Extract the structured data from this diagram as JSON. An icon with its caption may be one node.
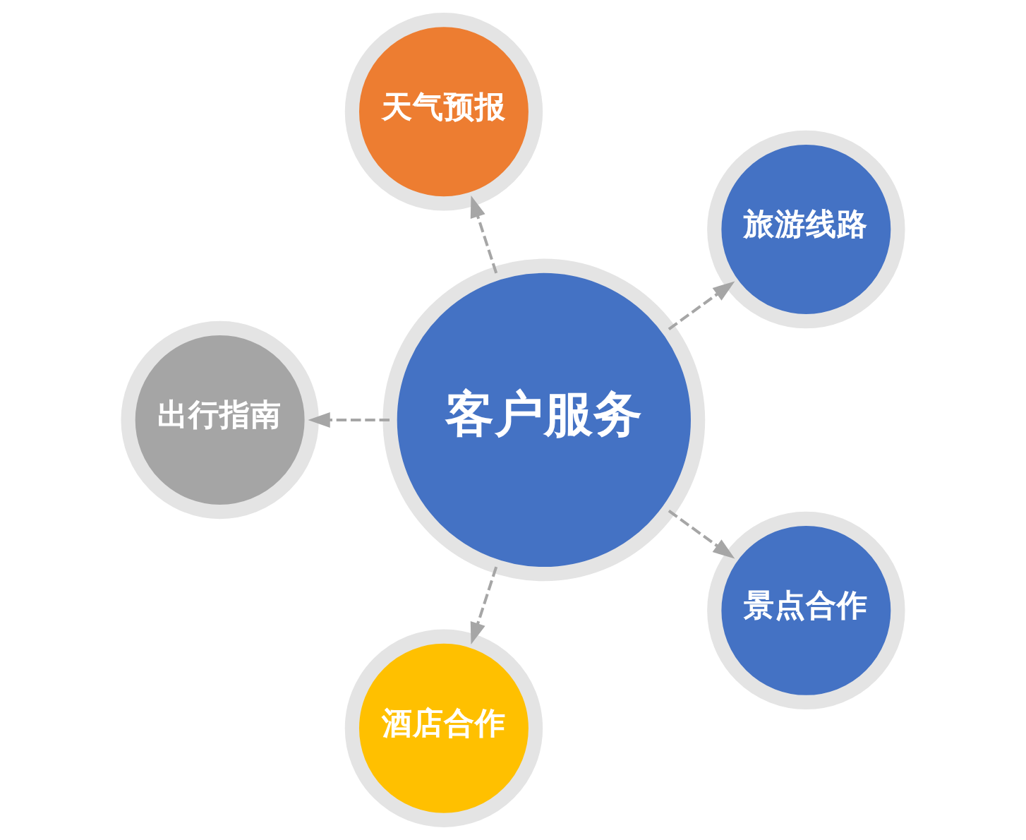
{
  "diagram": {
    "nodes": [
      {
        "text": [
          "客户服务"
        ]
      },
      {
        "text": [
          "旅游线路"
        ]
      },
      {
        "text": [
          "天气预报"
        ]
      },
      {
        "text": [
          "出行指南"
        ]
      },
      {
        "text": [
          "酒店合作"
        ]
      },
      {
        "text": [
          "景点合作"
        ]
      }
    ],
    "edges": [
      {
        "from": 0,
        "to": 5,
        "arrow": "to",
        "style": "dashed"
      },
      {
        "from": 0,
        "to": 4,
        "arrow": "to",
        "style": "dashed"
      },
      {
        "from": 0,
        "to": 3,
        "arrow": "to",
        "style": "dashed"
      },
      {
        "from": 0,
        "to": 2,
        "arrow": "to",
        "style": "dashed"
      },
      {
        "from": 0,
        "to": 1,
        "arrow": "to",
        "style": "dashed"
      }
    ]
  }
}
